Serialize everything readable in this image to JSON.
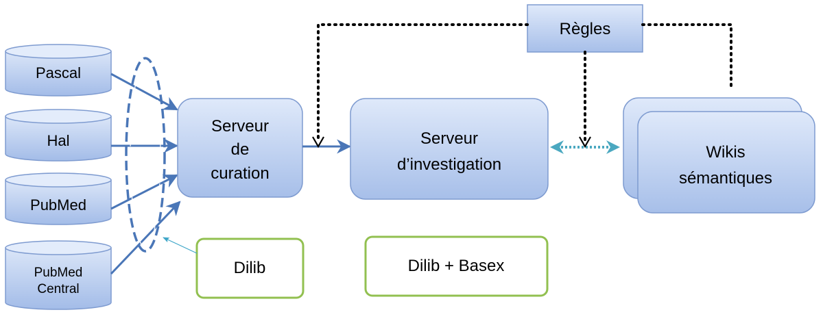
{
  "sources": [
    "Pascal",
    "Hal",
    "PubMed",
    [
      "PubMed",
      "Central"
    ]
  ],
  "curation_server": [
    "Serveur",
    "de",
    "curation"
  ],
  "investigation_server": [
    "Serveur",
    "d’investigation"
  ],
  "wikis": [
    "Wikis",
    "sémantiques"
  ],
  "rules": "Règles",
  "dilib": "Dilib",
  "dilib_basex": "Dilib + Basex",
  "colors": {
    "box_fill_top": "#dbe6f8",
    "box_fill_bottom": "#a9c1ea",
    "box_stroke": "#7e9bd0",
    "arrow_blue": "#4a76b7",
    "arrow_teal": "#4ba8c0",
    "green_stroke": "#92c050",
    "dotted": "#000000"
  }
}
